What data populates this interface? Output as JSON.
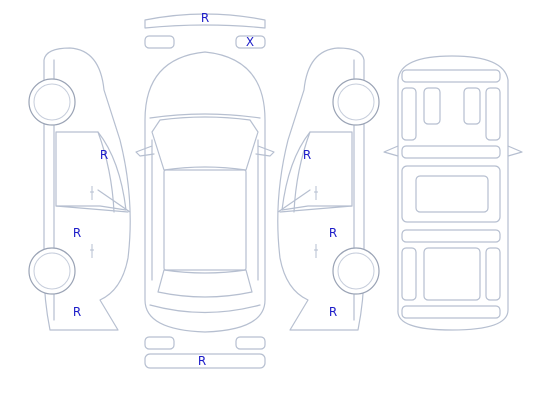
{
  "colors": {
    "outline": "#b6bfd0",
    "mark": "#1c1cc8",
    "background": "#ffffff"
  },
  "marks": {
    "roof": "R",
    "front_mirror": "X",
    "left_front_door": "R",
    "left_rear_door": "R",
    "left_rear_quarter": "R",
    "right_front_door": "R",
    "right_rear_door": "R",
    "right_rear_quarter": "R",
    "rear_bumper": "R"
  }
}
